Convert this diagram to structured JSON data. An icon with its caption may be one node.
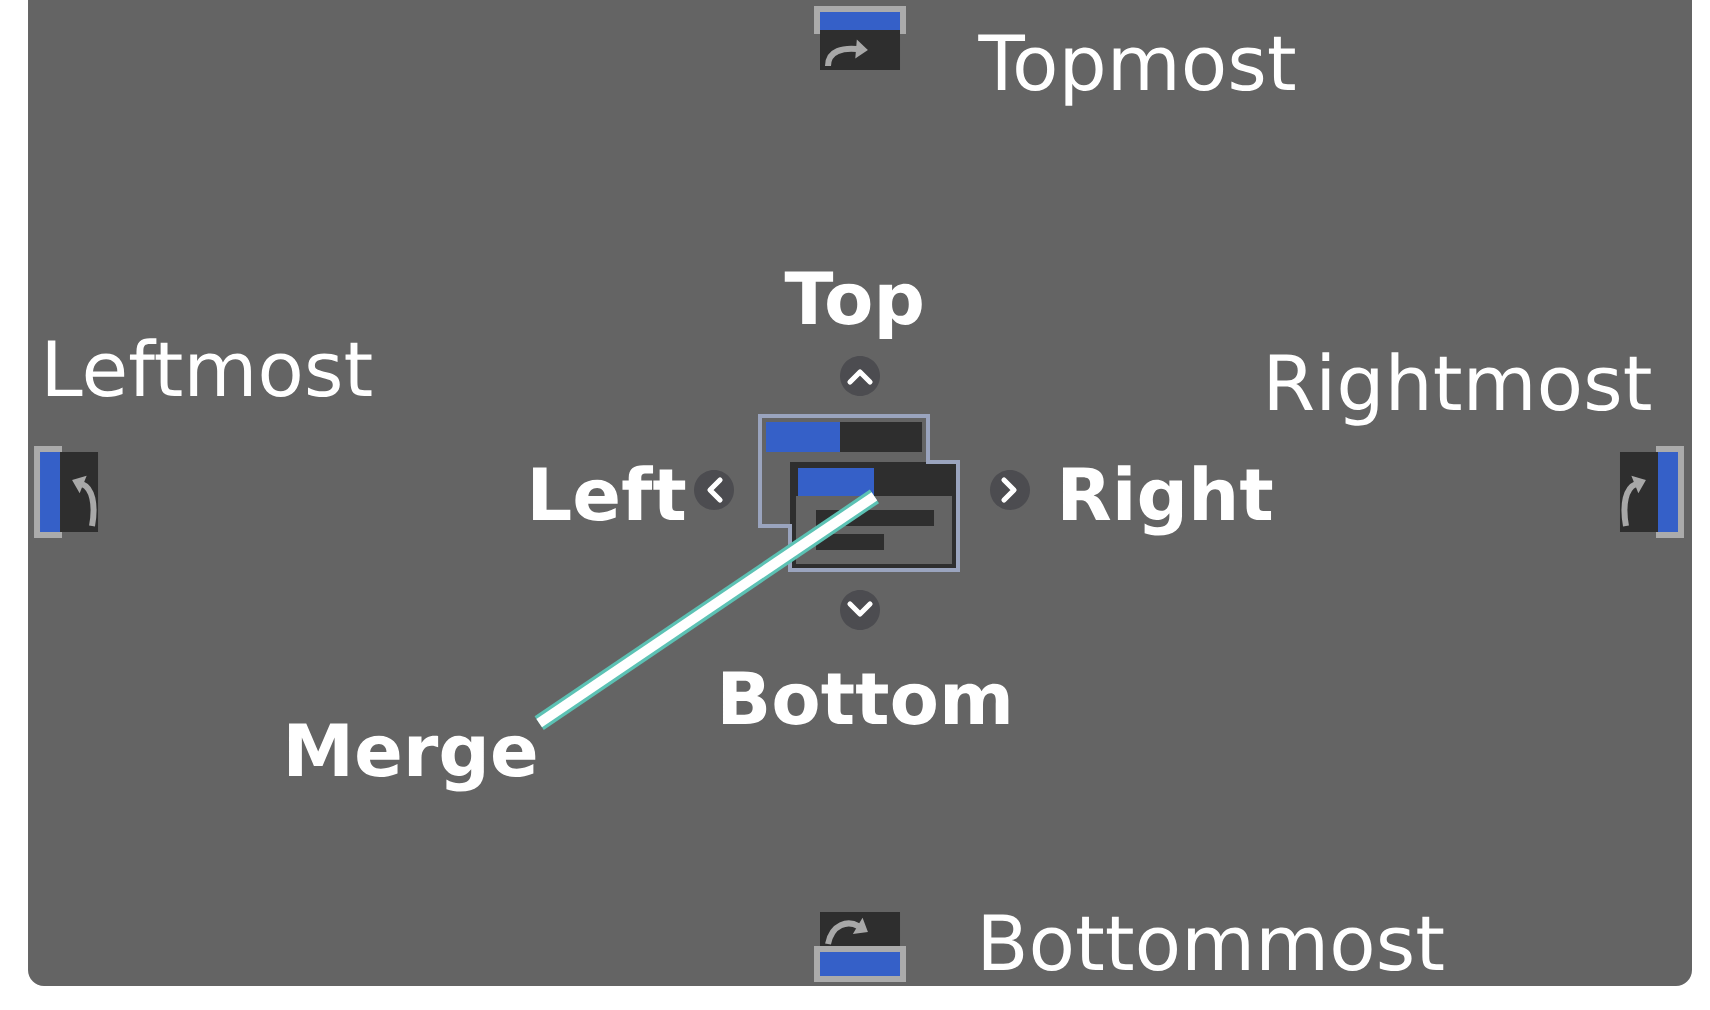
{
  "diagram": {
    "nodes": [
      {
        "text": [
          "Merge"
        ]
      },
      {
        "text": [],
        "shape": "box"
      }
    ],
    "edges": [
      {
        "from": 0,
        "to": 1,
        "arrow": "none"
      }
    ],
    "labels": [
      "Topmost",
      "Top",
      "Leftmost",
      "Rightmost",
      "Left",
      "Right",
      "Bottom",
      "Bottommost"
    ]
  }
}
